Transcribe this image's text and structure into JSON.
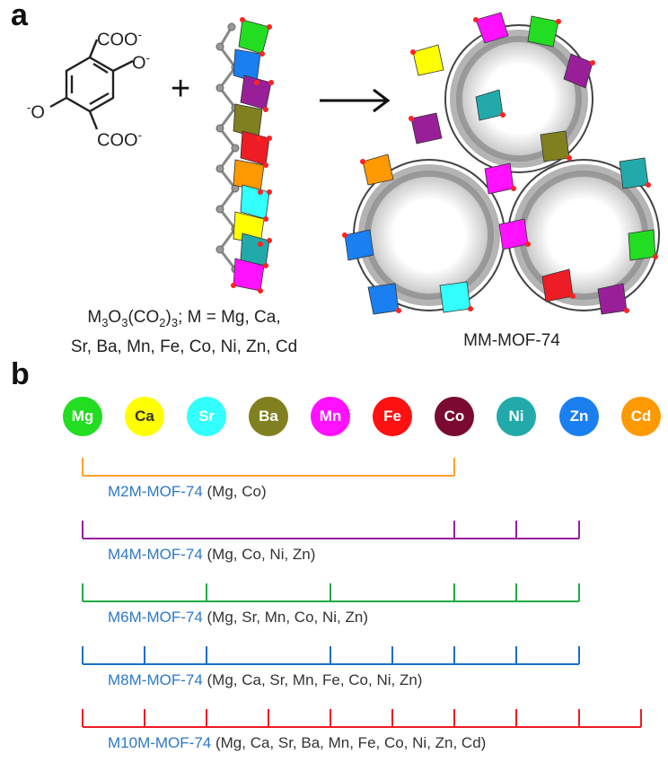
{
  "panel_a": {
    "label": "a",
    "linker": {
      "carboxylate_top": "COO",
      "carboxylate_bottom": "COO",
      "oxide_right": "O",
      "oxide_left": "O",
      "charge": "-"
    },
    "plus": "+",
    "arrow": "→",
    "chain_caption_line1_pre": "M",
    "chain_caption_sub1": "3",
    "chain_caption_o": "O",
    "chain_caption_sub2": "3",
    "chain_caption_co": "(CO",
    "chain_caption_sub3": "2",
    "chain_caption_rest": ")",
    "chain_caption_sub4": "3",
    "chain_caption_tail": "; M = Mg, Ca,",
    "chain_caption_line2": "Sr, Ba, Mn, Fe, Co, Ni, Zn, Cd",
    "framework_caption": "MM-MOF-74"
  },
  "panel_b": {
    "label": "b",
    "metals": [
      {
        "symbol": "Mg",
        "color": "#22dd22",
        "text_color": "#ffffff"
      },
      {
        "symbol": "Ca",
        "color": "#ffff00",
        "text_color": "#333333"
      },
      {
        "symbol": "Sr",
        "color": "#33ffff",
        "text_color": "#ffffff"
      },
      {
        "symbol": "Ba",
        "color": "#808020",
        "text_color": "#ffffff"
      },
      {
        "symbol": "Mn",
        "color": "#ff11ff",
        "text_color": "#ffffff"
      },
      {
        "symbol": "Fe",
        "color": "#ff1111",
        "text_color": "#ffffff"
      },
      {
        "symbol": "Co",
        "color": "#7a0a32",
        "text_color": "#ffffff"
      },
      {
        "symbol": "Ni",
        "color": "#22aaaa",
        "text_color": "#ffffff"
      },
      {
        "symbol": "Zn",
        "color": "#1a7ff0",
        "text_color": "#ffffff"
      },
      {
        "symbol": "Cd",
        "color": "#ff9900",
        "text_color": "#ffffff"
      }
    ],
    "mofs": [
      {
        "name": "M2M-MOF-74",
        "metals": "(Mg, Co)",
        "color": "#ff9f2e",
        "members": [
          0,
          6
        ]
      },
      {
        "name": "M4M-MOF-74",
        "metals": "(Mg, Co, Ni, Zn)",
        "color": "#991f99",
        "members": [
          0,
          6,
          7,
          8
        ]
      },
      {
        "name": "M6M-MOF-74",
        "metals": "(Mg, Sr, Mn, Co, Ni, Zn)",
        "color": "#22aa44",
        "members": [
          0,
          2,
          4,
          6,
          7,
          8
        ]
      },
      {
        "name": "M8M-MOF-74",
        "metals": "(Mg, Ca, Sr, Mn, Fe, Co, Ni, Zn)",
        "color": "#1a6fc8",
        "members": [
          0,
          1,
          2,
          4,
          5,
          6,
          7,
          8
        ]
      },
      {
        "name": "M10M-MOF-74",
        "metals": "(Mg, Ca, Sr, Ba, Mn, Fe, Co, Ni, Zn, Cd)",
        "color": "#ee1c24",
        "members": [
          0,
          1,
          2,
          3,
          4,
          5,
          6,
          7,
          8,
          9
        ]
      }
    ]
  }
}
